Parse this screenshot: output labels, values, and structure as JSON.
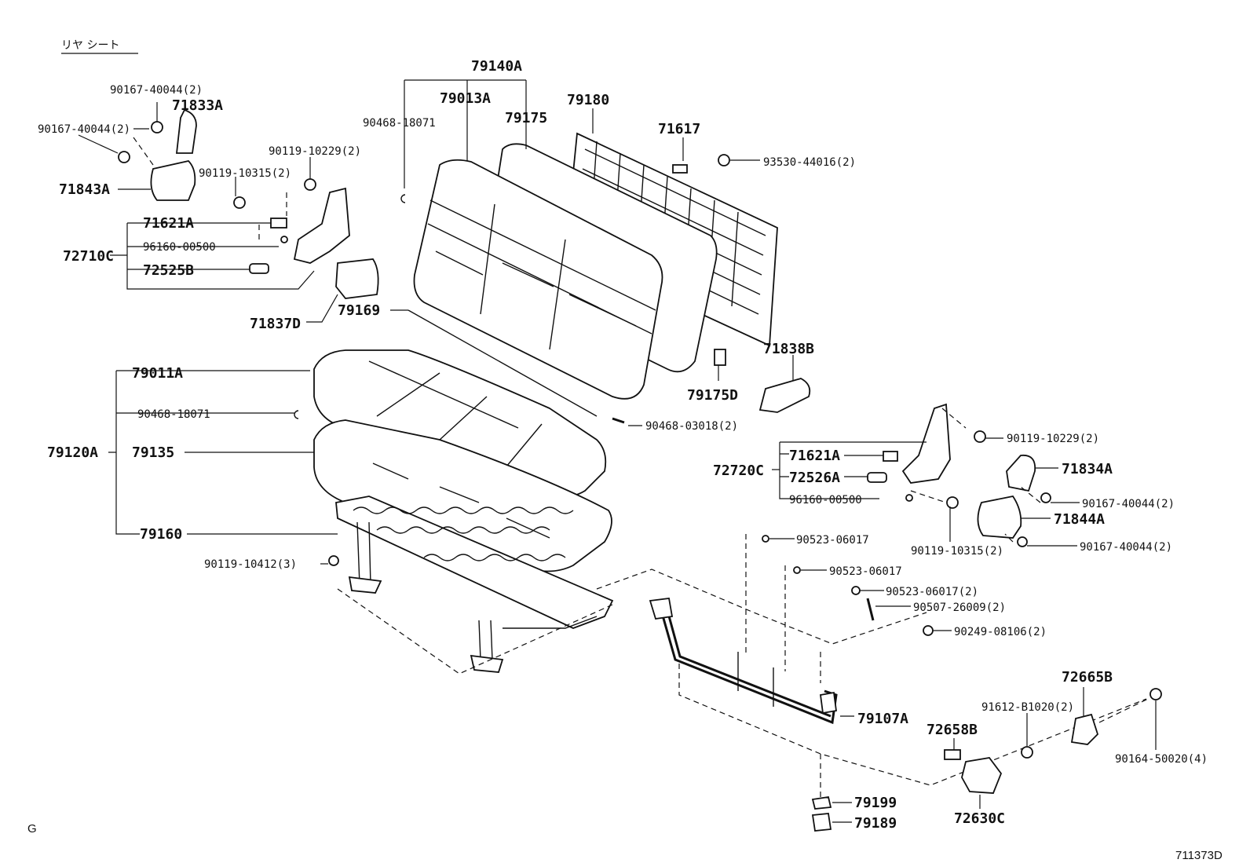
{
  "title": "リヤ シート",
  "footer": {
    "left": "G",
    "right": "711373D"
  },
  "labels": {
    "l79140A": "79140A",
    "l79013A": "79013A",
    "l79175": "79175",
    "l79180": "79180",
    "l71617": "71617",
    "l93530": "93530-44016(2)",
    "l90468a": "90468-18071",
    "l90167a": "90167-40044(2)",
    "l71833A": "71833A",
    "l90167b": "90167-40044(2)",
    "l71843A": "71843A",
    "l90119a": "90119-10229(2)",
    "l90119b": "90119-10315(2)",
    "l71621A": "71621A",
    "l96160": "96160-00500",
    "l72710C": "72710C",
    "l72525B": "72525B",
    "l71837D": "71837D",
    "l79169": "79169",
    "l71838B": "71838B",
    "l79175D": "79175D",
    "l79011A": "79011A",
    "l90468b": "90468-18071",
    "l79120A": "79120A",
    "l79135": "79135",
    "l79160": "79160",
    "l90119c": "90119-10412(3)",
    "l90468c": "90468-03018(2)",
    "l90119d": "90119-10229(2)",
    "l71621Ab": "71621A",
    "l72720C": "72720C",
    "l72526A": "72526A",
    "l71834A": "71834A",
    "l96160b": "96160-00500",
    "l90167c": "90167-40044(2)",
    "l71844A": "71844A",
    "l90119e": "90119-10315(2)",
    "l90167d": "90167-40044(2)",
    "l90523a": "90523-06017",
    "l90523b": "90523-06017",
    "l90523c": "90523-06017(2)",
    "l90507": "90507-26009(2)",
    "l90249": "90249-08106(2)",
    "l72665B": "72665B",
    "l91612": "91612-B1020(2)",
    "l79107A": "79107A",
    "l72658B": "72658B",
    "l90164": "90164-50020(4)",
    "l79199": "79199",
    "l79189": "79189",
    "l72630C": "72630C"
  }
}
